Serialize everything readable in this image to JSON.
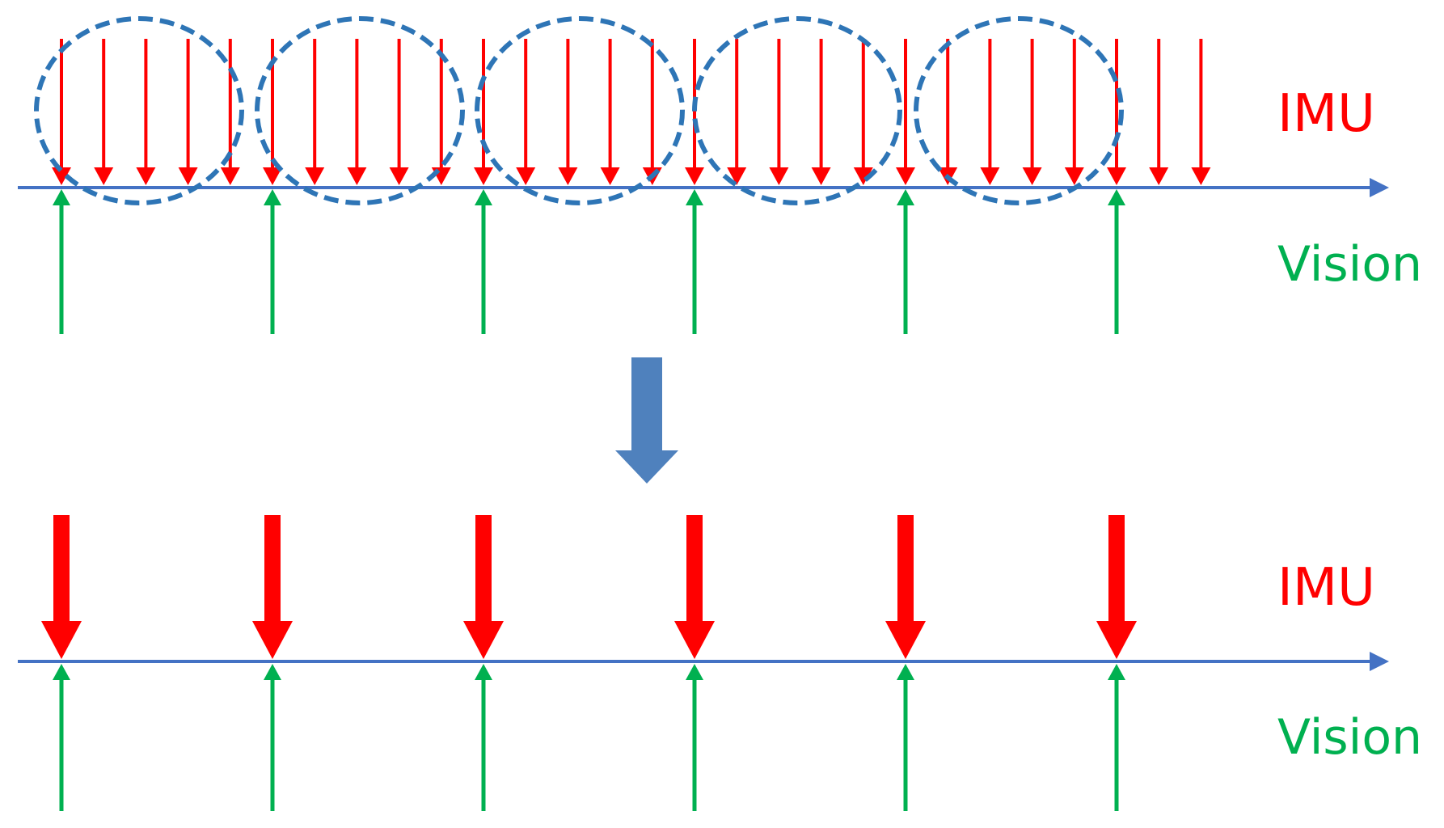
{
  "colors": {
    "imu": "#ff0000",
    "vision": "#00b050",
    "axis": "#4472c4",
    "group_outline": "#2e75b6",
    "transition_arrow": "#4f81bd",
    "background": "#ffffff"
  },
  "top_panel": {
    "imu_label": "IMU",
    "vision_label": "Vision",
    "imu_samples_between_vision": 5,
    "vision_frames": 6,
    "trailing_imu_samples": 2,
    "group_count": 5,
    "group_outline_style": "dashed"
  },
  "bottom_panel": {
    "imu_label": "IMU",
    "vision_label": "Vision",
    "preintegrated_imu_count": 6,
    "vision_frames": 6
  },
  "transition_arrow": {
    "icon": "down-arrow-icon",
    "meaning": "IMU preintegration between vision frames"
  }
}
